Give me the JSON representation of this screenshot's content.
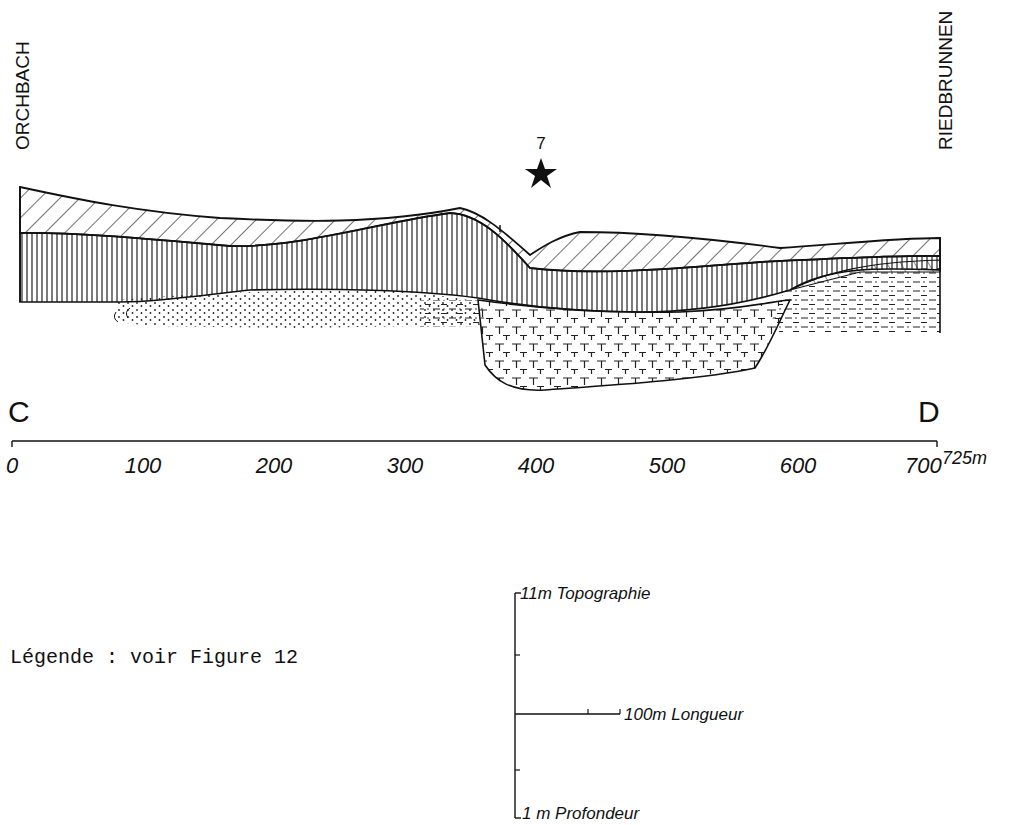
{
  "diagram": {
    "labels": [
      "ORCHBACH",
      "RIEDBRUNNEN",
      "7",
      "C",
      "D",
      "0",
      "100",
      "200",
      "300",
      "400",
      "500",
      "600",
      "700",
      "725m",
      "Légende : voir Figure 12",
      "11m Topographie",
      "100m Longueur",
      "1 m Profondeur"
    ]
  }
}
